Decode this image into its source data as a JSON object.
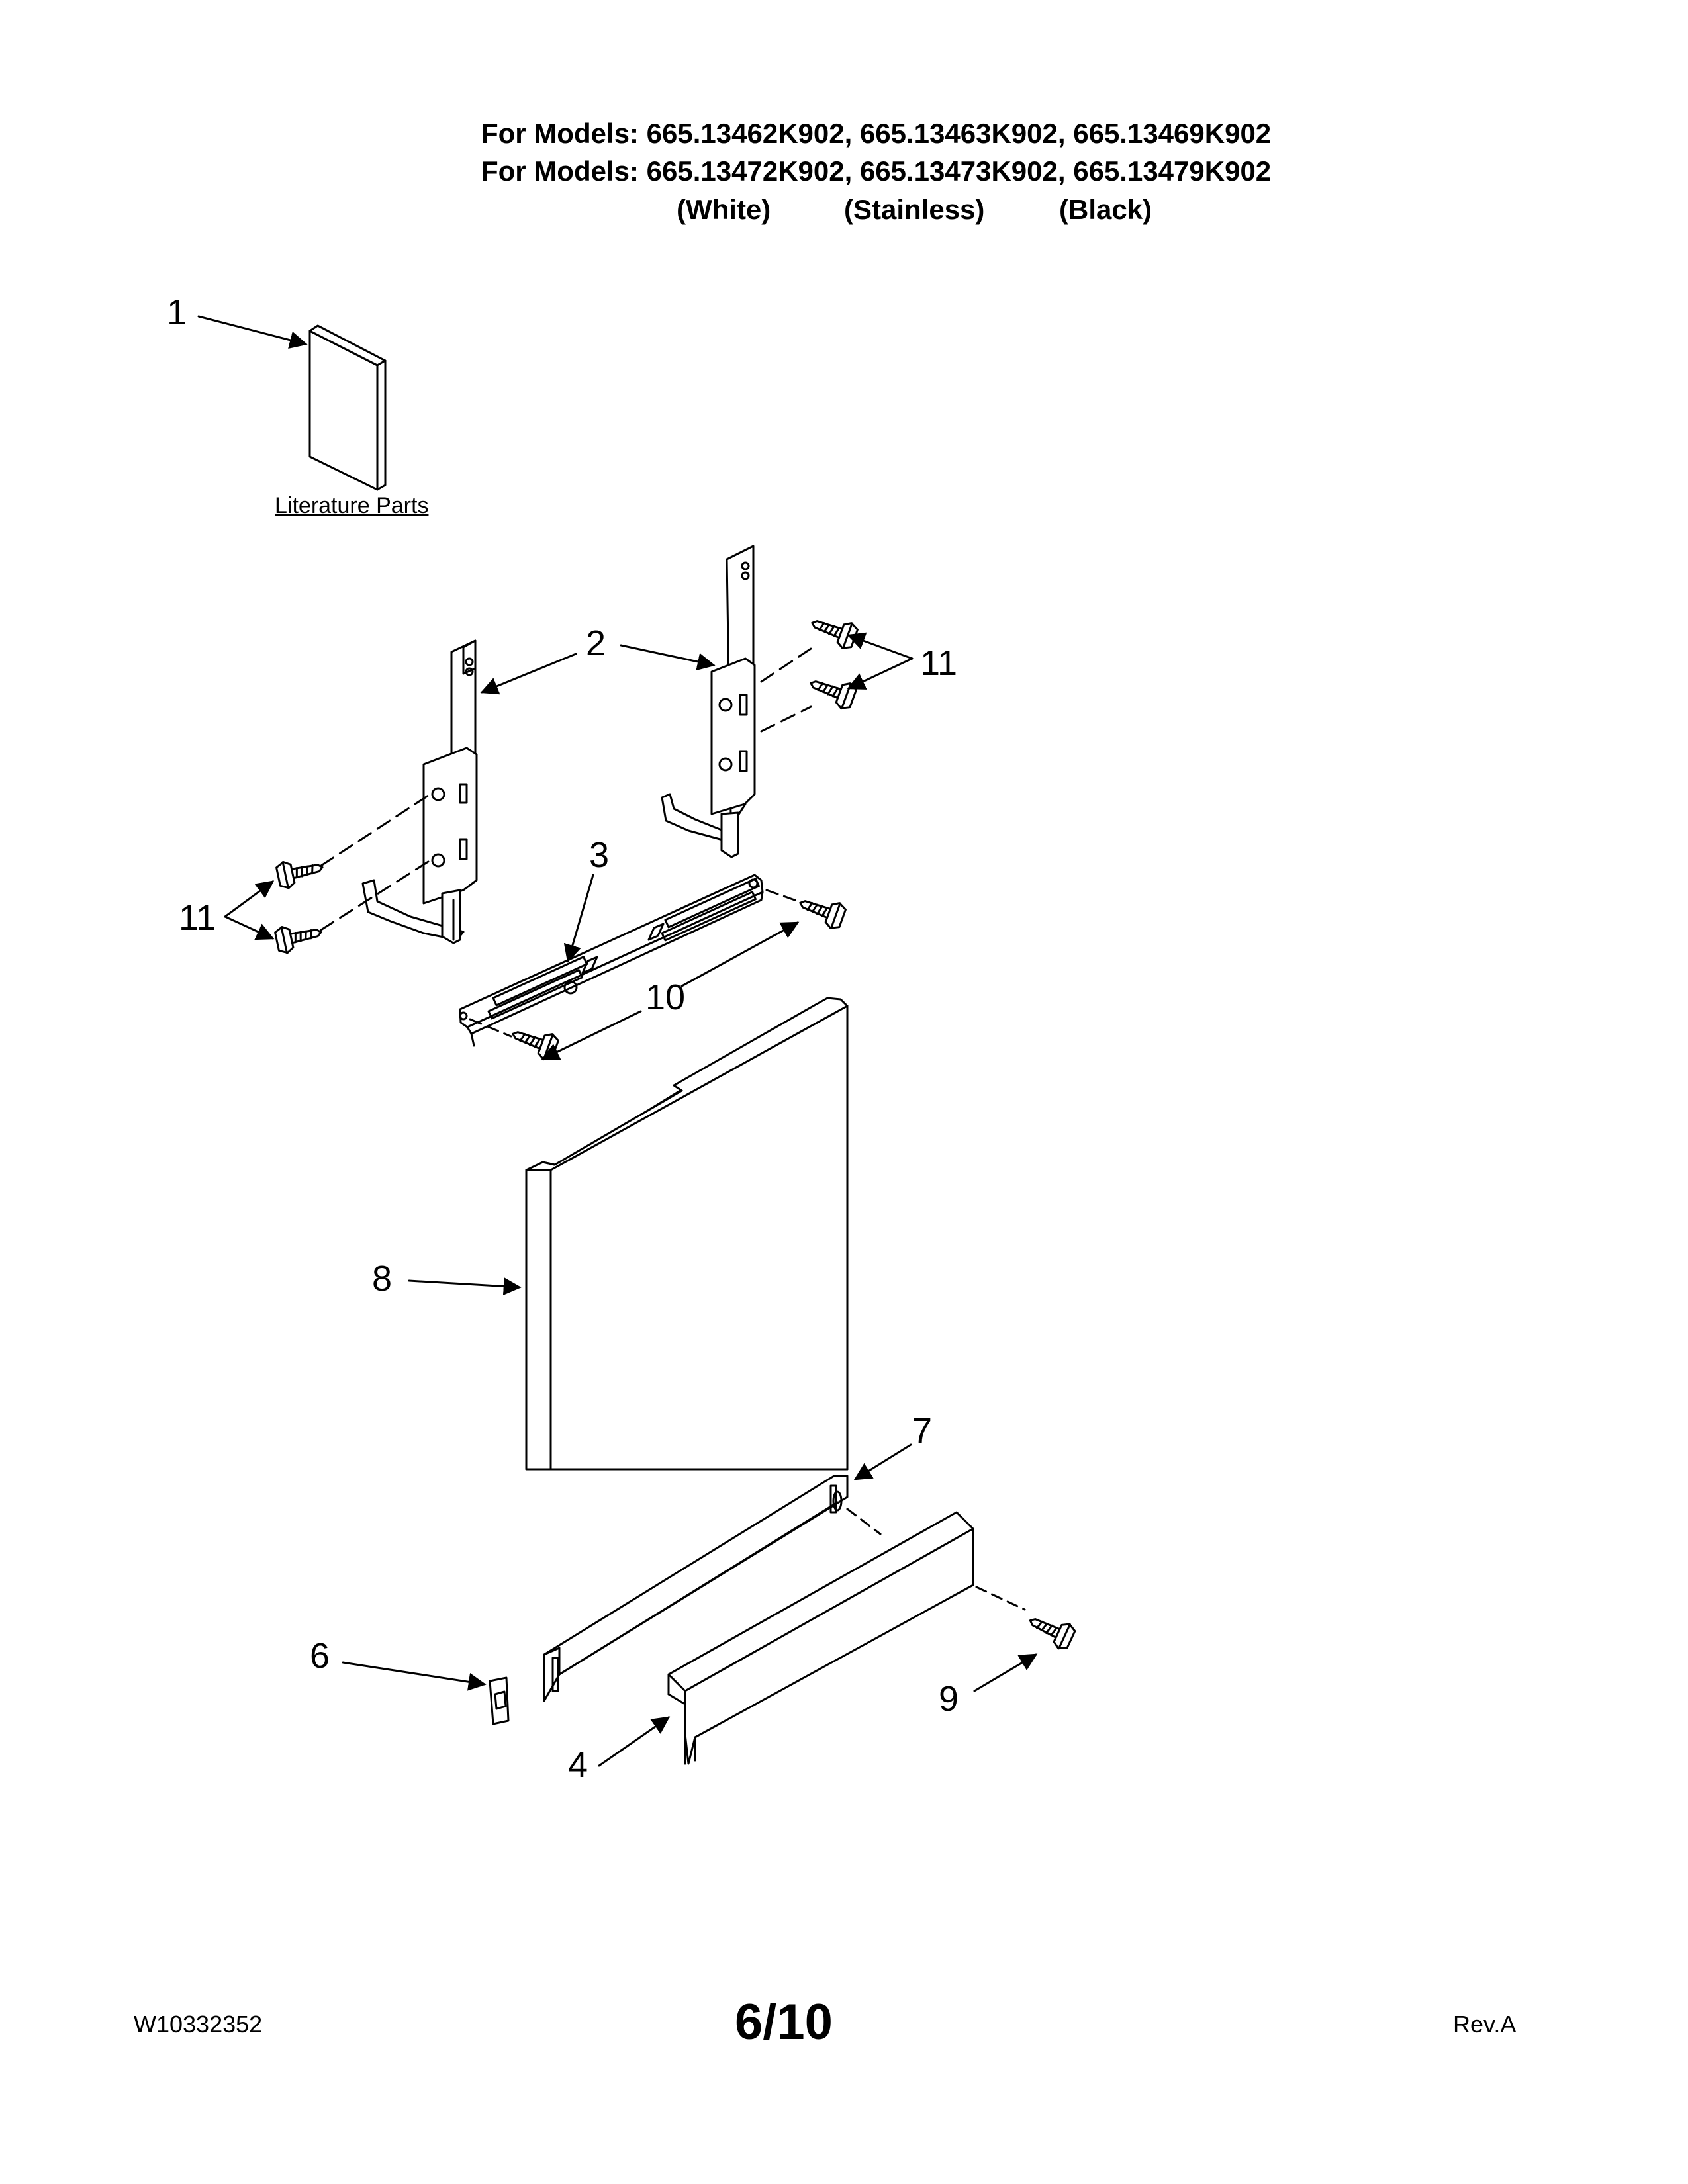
{
  "header": {
    "line1": "For Models: 665.13462K902, 665.13463K902, 665.13469K902",
    "line2": "For Models: 665.13472K902, 665.13473K902, 665.13479K902",
    "finishes": [
      "(White)",
      "(Stainless)",
      "(Black)"
    ]
  },
  "literature_label": "Literature Parts",
  "callouts": {
    "c1": "1",
    "c2": "2",
    "c3": "3",
    "c4": "4",
    "c6": "6",
    "c7": "7",
    "c8": "8",
    "c9": "9",
    "c10": "10",
    "c11a": "11",
    "c11b": "11"
  },
  "footer": {
    "doc_number": "W10332352",
    "page": "6/10",
    "revision": "Rev.A"
  }
}
